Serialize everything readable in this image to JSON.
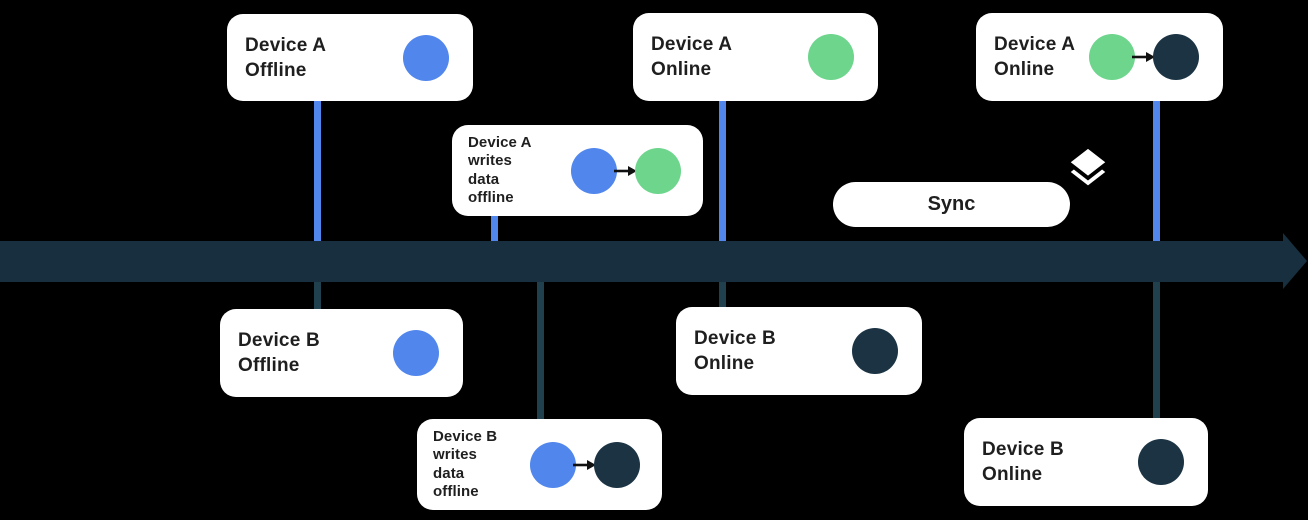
{
  "colors": {
    "background": "#000000",
    "timeline": "#172F3E",
    "card_bg": "#FFFFFF",
    "text": "#1F1F1F",
    "blue": "#5186EC",
    "green": "#6DD58C",
    "dark": "#1B3343",
    "connector_blue": "#5186EC",
    "connector_dark": "#20404E",
    "flow_arrow": "#111111",
    "layers_icon": "#FFFFFF"
  },
  "sync_button": {
    "label": "Sync"
  },
  "icons": {
    "layers": "layers-icon",
    "flow_arrow": "arrow-right-icon",
    "timeline": "timeline-arrow"
  },
  "cards": [
    {
      "id": "device-a-offline",
      "title": "Device A\nOffline",
      "dots": [
        "blue"
      ]
    },
    {
      "id": "device-a-writes-data-offline",
      "title": "Device A\nwrites\ndata\noffline",
      "dots": [
        "blue",
        "green"
      ]
    },
    {
      "id": "device-a-online-mid",
      "title": "Device A\nOnline",
      "dots": [
        "green"
      ]
    },
    {
      "id": "device-a-online-right",
      "title": "Device A\nOnline",
      "dots": [
        "green",
        "dark"
      ]
    },
    {
      "id": "device-b-offline",
      "title": "Device B\nOffline",
      "dots": [
        "blue"
      ]
    },
    {
      "id": "device-b-online-mid",
      "title": "Device B\nOnline",
      "dots": [
        "dark"
      ]
    },
    {
      "id": "device-b-writes-data-offline",
      "title": "Device B\nwrites\ndata\noffline",
      "dots": [
        "blue",
        "dark"
      ]
    },
    {
      "id": "device-b-online-right",
      "title": "Device B\nOnline",
      "dots": [
        "dark"
      ]
    }
  ]
}
